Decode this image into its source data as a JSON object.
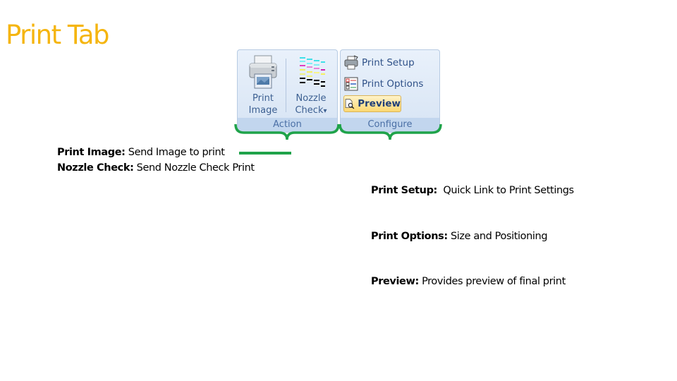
{
  "page_title": "Print Tab",
  "ribbon": {
    "groups": [
      {
        "label": "Action",
        "buttons": [
          {
            "label_line1": "Print",
            "label_line2": "Image",
            "icon": "printer-icon"
          },
          {
            "label_line1": "Nozzle",
            "label_line2": "Check",
            "icon": "nozzle-check-icon",
            "dropdown": "▾"
          }
        ]
      },
      {
        "label": "Configure",
        "buttons": [
          {
            "label": "Print Setup",
            "icon": "printer-setup-icon"
          },
          {
            "label": "Print Options",
            "icon": "print-options-icon"
          },
          {
            "label": "Preview",
            "icon": "preview-icon",
            "active": true
          }
        ]
      }
    ]
  },
  "descriptions": {
    "action": [
      {
        "term": "Print Image:",
        "text": " Send Image to print"
      },
      {
        "term": "Nozzle Check:",
        "text": " Send Nozzle Check Print"
      }
    ],
    "configure": [
      {
        "term": "Print Setup:",
        "text": "  Quick Link to Print Settings"
      },
      {
        "term": "Print Options:",
        "text": " Size and Positioning"
      },
      {
        "term": "Preview:",
        "text": " Provides preview of final print"
      }
    ]
  },
  "colors": {
    "title": "#f5b50f",
    "brace": "#1fa34a",
    "ribbon_text": "#3c5f91"
  }
}
